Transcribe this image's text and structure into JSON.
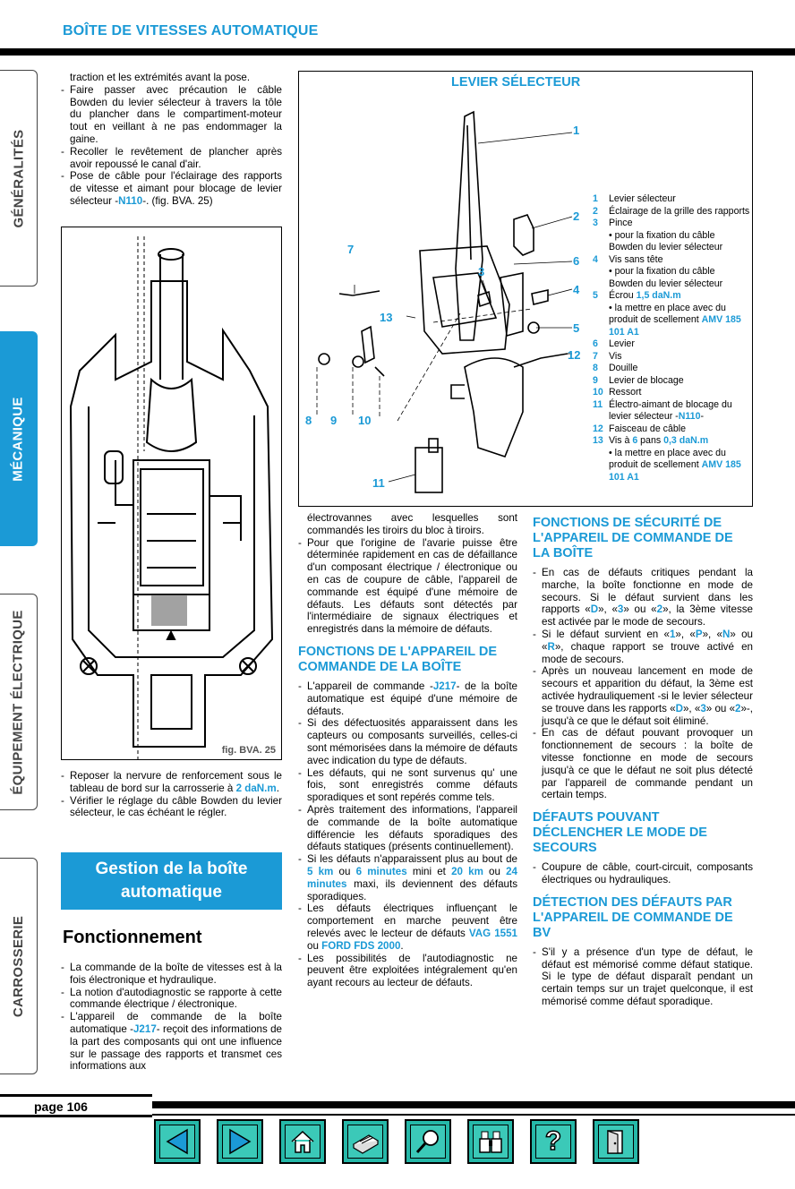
{
  "header": {
    "title": "BOÎTE DE VITESSES AUTOMATIQUE"
  },
  "tabs": [
    {
      "label": "GÉNÉRALITÉS",
      "active": false
    },
    {
      "label": "MÉCANIQUE",
      "active": true
    },
    {
      "label": "ÉQUIPEMENT ÉLECTRIQUE",
      "active": false
    },
    {
      "label": "CARROSSERIE",
      "active": false
    }
  ],
  "col1_top": {
    "continuation": "traction et les extrémités avant la pose.",
    "items": [
      "Faire passer avec précaution le câble Bowden du levier sélecteur à travers la tôle du plancher dans le compartiment-moteur tout en veillant à ne pas endommager la gaine.",
      "Recoller le revêtement de plancher après avoir repoussé le canal d'air.",
      "Pose de câble pour l'éclairage des rapports de vitesse et aimant pour blocage de levier sélecteur -"
    ],
    "item3_code": "N110",
    "item3_tail": "-. (fig. BVA. 25)"
  },
  "fig25": {
    "caption": "fig. BVA. 25"
  },
  "col1_mid": {
    "item1_pre": "Reposer la nervure de renforcement sous le tableau de bord sur la carrosserie à ",
    "item1_val": "2 daN.m",
    "item1_post": ".",
    "item2": "Vérifier le réglage du câble Bowden du levier sélecteur, le cas échéant le régler."
  },
  "section": {
    "title": "Gestion de la boîte automatique",
    "subtitle": "Fonctionnement"
  },
  "col1_bottom": {
    "items": [
      "La commande de la boîte de vitesses est à la fois électronique et hydraulique.",
      "La notion d'autodiagnostic se rapporte à cette commande électrique / électronique."
    ],
    "item3_pre": "L'appareil de commande de la boîte automatique -",
    "item3_code": "J217",
    "item3_post": "- reçoit des informations de la part des composants qui ont une influence sur le passage des rapports et transmet ces informations aux"
  },
  "diagram": {
    "title": "LEVIER SÉLECTEUR",
    "callouts": [
      "1",
      "2",
      "3",
      "4",
      "5",
      "6",
      "7",
      "8",
      "9",
      "10",
      "11",
      "12",
      "13"
    ],
    "legend": [
      {
        "n": "1",
        "t": "Levier sélecteur"
      },
      {
        "n": "2",
        "t": "Éclairage de la grille des rapports"
      },
      {
        "n": "3",
        "t": "Pince"
      },
      {
        "n": "",
        "t": "• pour la fixation du câble Bowden du levier sélecteur"
      },
      {
        "n": "4",
        "t": "Vis sans tête"
      },
      {
        "n": "",
        "t": "• pour la fixation du câble Bowden du levier sélecteur"
      },
      {
        "n": "5",
        "t": "Écrou ",
        "v": "1,5 daN.m"
      },
      {
        "n": "",
        "t": "• la mettre en place avec du produit de scellement ",
        "v": "AMV 185 101 A1"
      },
      {
        "n": "6",
        "t": "Levier"
      },
      {
        "n": "7",
        "t": "Vis"
      },
      {
        "n": "8",
        "t": "Douille"
      },
      {
        "n": "9",
        "t": "Levier de blocage"
      },
      {
        "n": "10",
        "t": "Ressort"
      },
      {
        "n": "11",
        "t": "Électro-aimant de blocage du levier sélecteur -",
        "v": "N110",
        "t2": "-"
      },
      {
        "n": "12",
        "t": "Faisceau de câble"
      },
      {
        "n": "13",
        "t": "Vis à ",
        "v": "6",
        "t2": " pans ",
        "v2": "0,3 daN.m"
      },
      {
        "n": "",
        "t": "• la mettre en place avec du produit de scellement ",
        "v": "AMV 185 101 A1"
      }
    ]
  },
  "col2": {
    "p1": "électrovannes avec lesquelles sont commandés les tiroirs du bloc à tiroirs.",
    "item1": "Pour que l'origine de l'avarie puisse être déterminée rapidement en cas de défaillance d'un composant électrique / électronique ou en cas de coupure de câble, l'appareil de commande est équipé d'une mémoire de défauts. Les défauts sont détectés par l'intermédiaire de signaux électriques et enregistrés dans la mémoire de défauts.",
    "h1": "FONCTIONS DE L'APPAREIL DE COMMANDE DE LA BOÎTE",
    "i2_pre": "L'appareil de commande -",
    "i2_code": "J217",
    "i2_post": "- de la boîte automatique est équipé d'une mémoire de défauts.",
    "i3": "Si des défectuosités apparaissent dans les capteurs ou composants surveillés, celles-ci sont mémorisées dans la mémoire de défauts avec indication du type de défauts.",
    "i4": "Les défauts, qui ne sont survenus qu' une fois, sont enregistrés comme défauts sporadiques et sont repérés comme tels.",
    "i5": "Après traitement des informations, l'appareil de commande de la boîte automatique différencie les défauts sporadiques des défauts statiques (présents continuellement).",
    "i6_a": "Si les défauts n'apparaissent plus au bout de ",
    "i6_v1": "5 km",
    "i6_b": " ou ",
    "i6_v2": "6 minutes",
    "i6_c": " mini et ",
    "i6_v3": "20 km",
    "i6_d": " ou ",
    "i6_v4": "24 minutes",
    "i6_e": " maxi, ils deviennent des défauts sporadiques.",
    "i7_a": "Les défauts électriques influençant le comportement en marche peuvent être relevés avec le lecteur de défauts ",
    "i7_v1": "VAG 1551",
    "i7_b": " ou ",
    "i7_v2": "FORD FDS 2000",
    "i7_c": ".",
    "i8": "Les possibilités de l'autodiagnostic ne peuvent être exploitées intégralement qu'en ayant recours au lecteur de défauts."
  },
  "col3": {
    "h1": "FONCTIONS DE SÉCURITÉ DE L'APPAREIL DE COMMANDE DE LA BOÎTE",
    "i1_a": "En cas de défauts critiques pendant la marche, la boîte fonctionne en mode de secours. Si le défaut survient dans les rapports «",
    "i1_v1": "D",
    "i1_b": "», «",
    "i1_v2": "3",
    "i1_c": "» ou «",
    "i1_v3": "2",
    "i1_d": "», la 3ème vitesse est activée par le mode de secours.",
    "i2_a": "Si le défaut survient en «",
    "i2_v1": "1",
    "i2_b": "», «",
    "i2_v2": "P",
    "i2_c": "», «",
    "i2_v3": "N",
    "i2_d": "» ou «",
    "i2_v4": "R",
    "i2_e": "», chaque rapport se trouve activé en mode de secours.",
    "i3_a": "Après un nouveau lancement en mode de secours et apparition du défaut, la 3ème est activée hydrauliquement -si le levier sélecteur se trouve dans les rapports «",
    "i3_v1": "D",
    "i3_b": "», «",
    "i3_v2": "3",
    "i3_c": "» ou «",
    "i3_v3": "2",
    "i3_d": "»-, jusqu'à ce que le défaut soit éliminé.",
    "i4": "En cas de défaut pouvant provoquer un fonctionnement de secours : la boîte de vitesse fonctionne en mode de secours jusqu'à ce que le défaut ne soit plus détecté par l'appareil de commande pendant un certain temps.",
    "h2": "DÉFAUTS POUVANT DÉCLENCHER LE MODE DE SECOURS",
    "i5": "Coupure de câble, court-circuit, composants électriques ou hydrauliques.",
    "h3": "DÉTECTION DES DÉFAUTS PAR L'APPAREIL DE COMMANDE DE BV",
    "i6": "S'il y a présence d'un type de défaut, le défaut est mémorisé comme défaut statique. Si le type de défaut disparaît pendant un certain temps sur un trajet quelconque, il est mémorisé comme défaut sporadique."
  },
  "footer": {
    "page": "page 106"
  },
  "nav": [
    "previous-icon",
    "next-icon",
    "home-icon",
    "print-icon",
    "search-icon",
    "binoculars-icon",
    "help-icon",
    "exit-icon"
  ]
}
